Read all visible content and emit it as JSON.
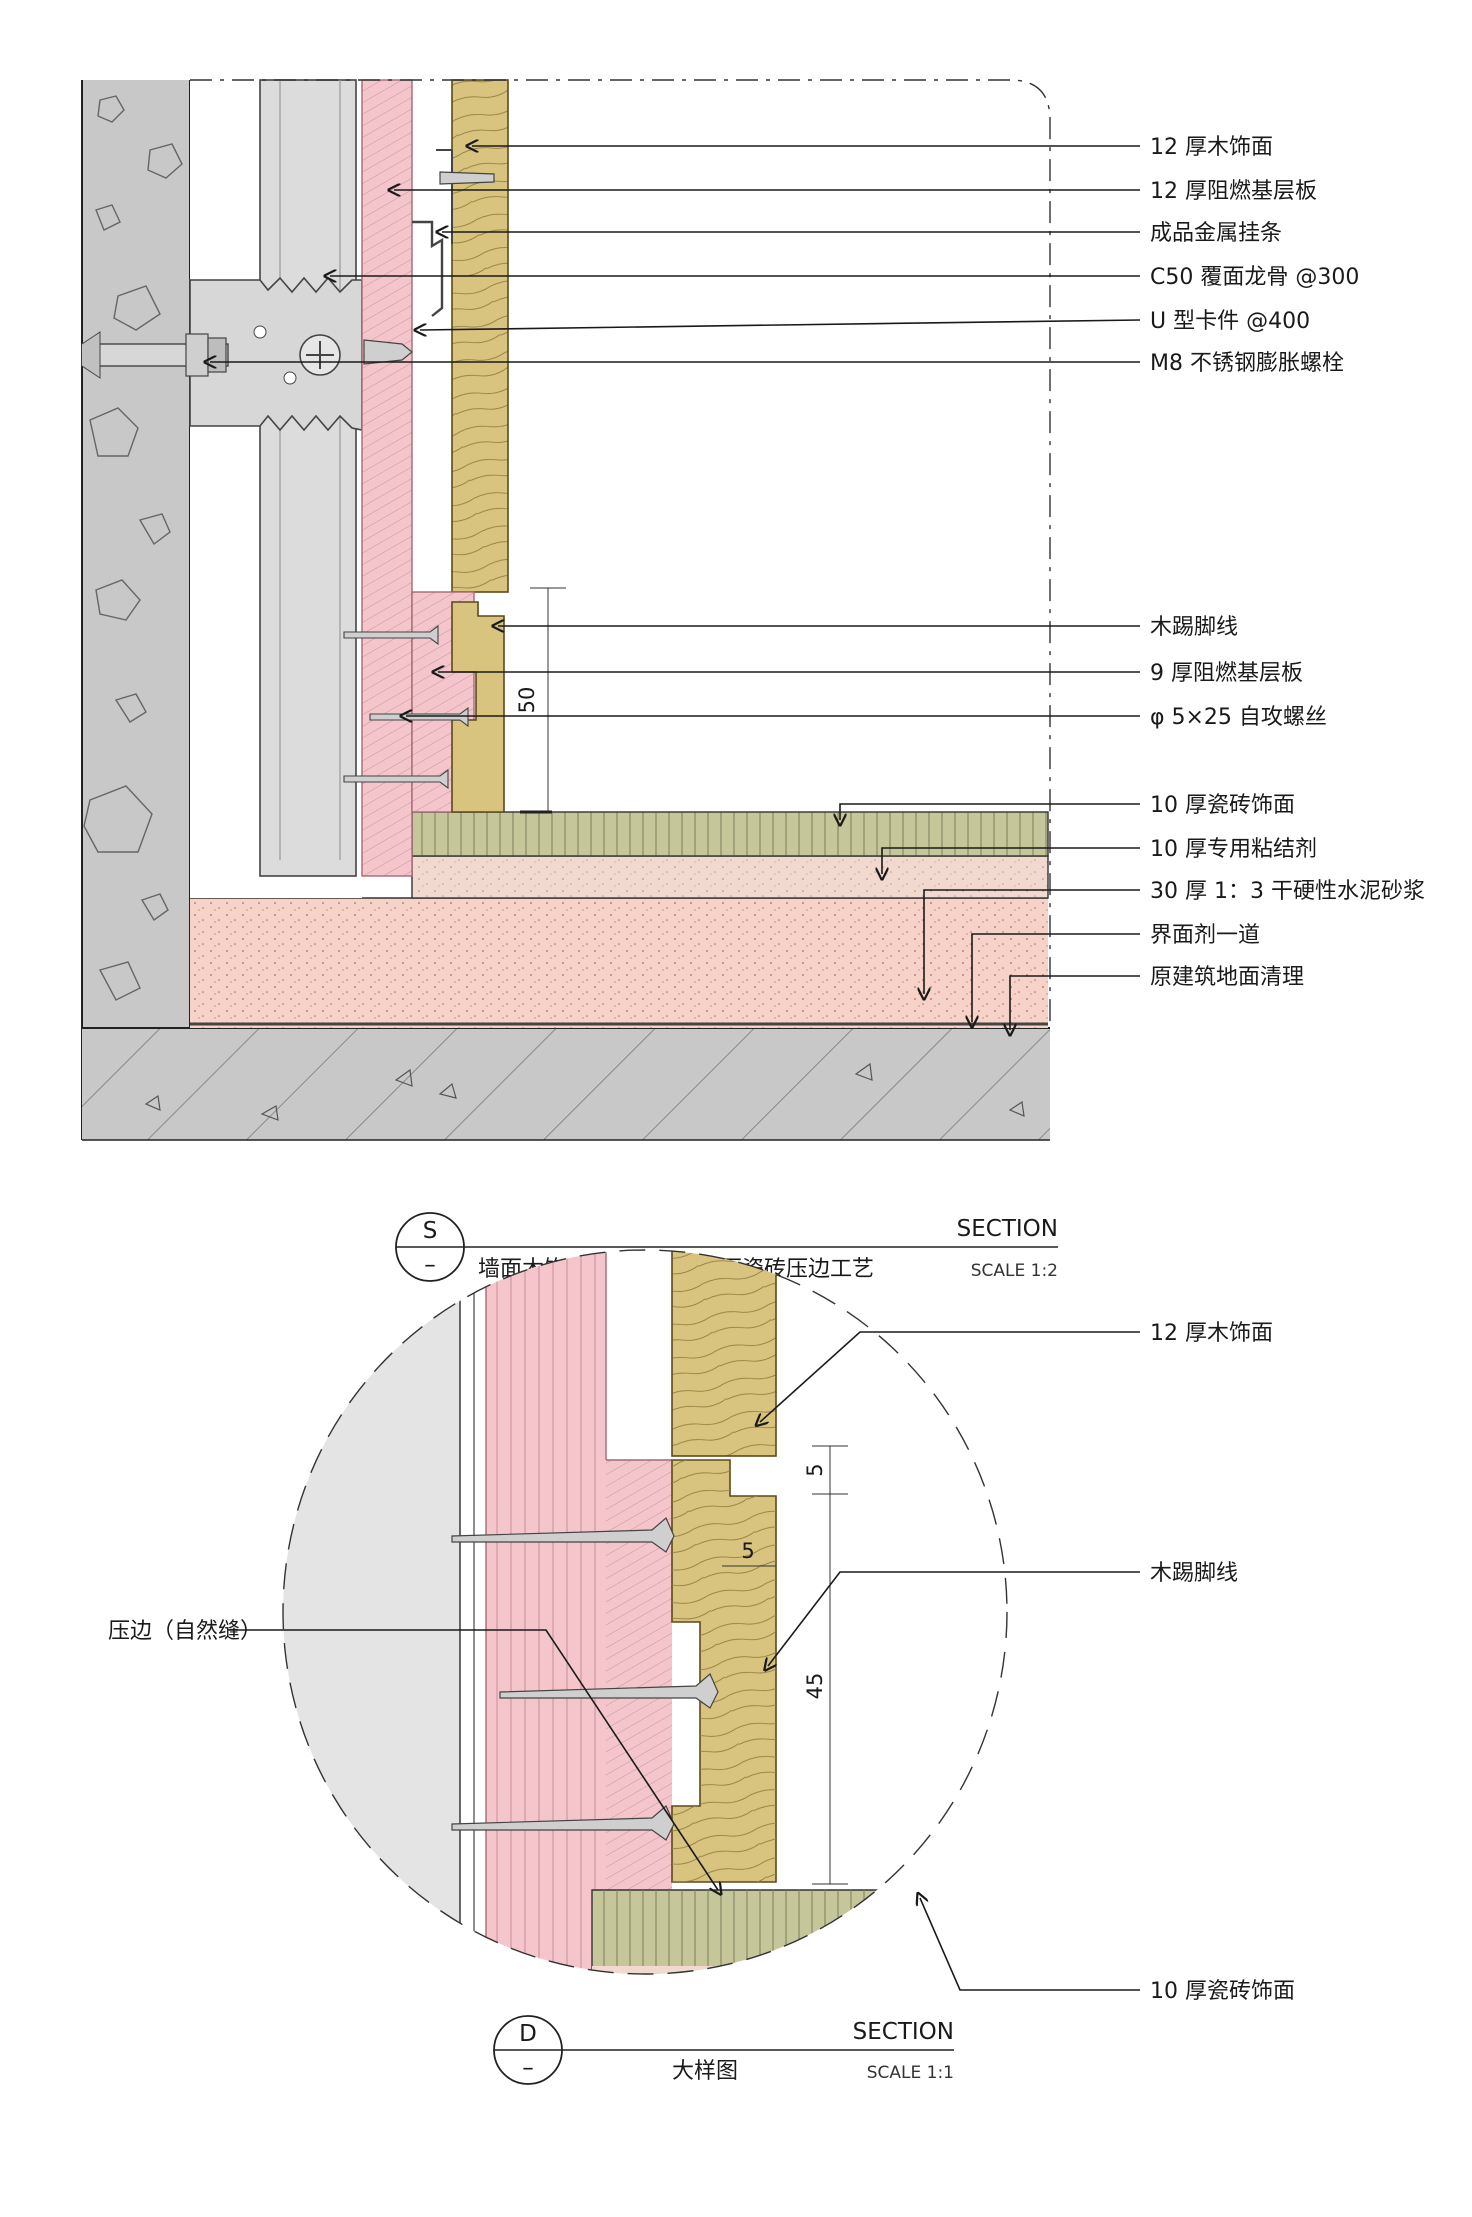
{
  "section_s": {
    "labels": [
      "12 厚木饰面",
      "12 厚阻燃基层板",
      "成品金属挂条",
      "C50 覆面龙骨 @300",
      "U 型卡件 @400",
      "M8 不锈钢膨胀螺栓",
      "木踢脚线",
      "9 厚阻燃基层板",
      "φ 5×25 自攻螺丝",
      "10 厚瓷砖饰面",
      "10 厚专用粘结剂",
      "30 厚 1：3 干硬性水泥砂浆",
      "界面剂一道",
      "原建筑地面清理"
    ],
    "dimension": "50",
    "title": {
      "symbol": "S",
      "sub": "–",
      "type": "SECTION",
      "name": "墙面木饰面、木踢脚与地面瓷砖压边工艺",
      "scale": "SCALE 1:2"
    }
  },
  "section_d": {
    "labels": [
      "12 厚木饰面",
      "木踢脚线",
      "压边（自然缝）",
      "10 厚瓷砖饰面"
    ],
    "dimensions": [
      "5",
      "5",
      "45"
    ],
    "title": {
      "symbol": "D",
      "sub": "–",
      "type": "SECTION",
      "name": "大样图",
      "scale": "SCALE 1:1"
    }
  },
  "colors": {
    "concrete": "#c8c8c8",
    "fireproof_board": "#f4c6cc",
    "wood": "#d9c47f",
    "tile": "#c5c69a",
    "mortar": "#f6d2c8",
    "adhesive": "#f1d9cf",
    "metal": "#d7d7d7"
  }
}
